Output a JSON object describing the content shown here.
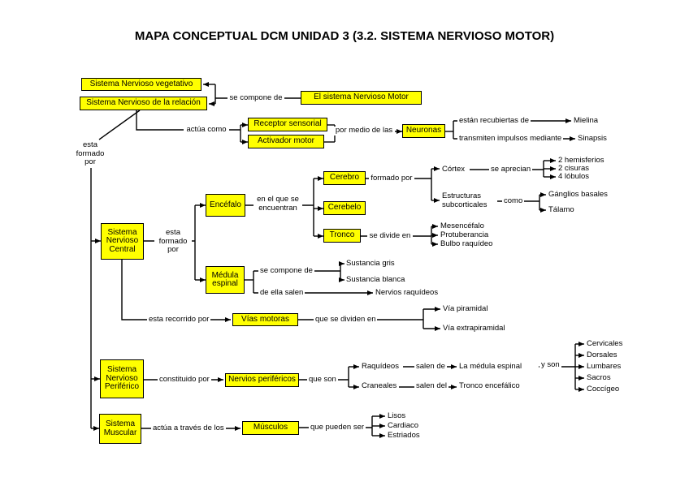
{
  "title": "MAPA CONCEPTUAL DCM UNIDAD 3 (3.2. SISTEMA NERVIOSO MOTOR)",
  "colors": {
    "node_fill": "#ffff00",
    "node_border": "#000000",
    "line": "#000000",
    "background": "#ffffff"
  },
  "nodes": {
    "sistema_nervioso_vegetativo": "Sistema Nervioso vegetativo",
    "sistema_nervioso_relacion": "Sistema Nervioso de la relación",
    "sistema_nervioso_motor": "El sistema Nervioso Motor",
    "receptor_sensorial": "Receptor sensorial",
    "activador_motor": "Activador motor",
    "neuronas": "Neuronas",
    "sistema_nervioso_central": "Sistema Nervioso Central",
    "encefalo": "Encéfalo",
    "cerebro": "Cerebro",
    "cerebelo": "Cerebelo",
    "tronco": "Tronco",
    "medula_espinal": "Médula espinal",
    "vias_motoras": "Vías motoras",
    "sistema_nervioso_periferico": "Sistema Nervioso Periférico",
    "nervios_perifericos": "Nervios periféricos",
    "sistema_muscular": "Sistema Muscular",
    "musculos": "Músculos"
  },
  "edge_labels": {
    "se_compone_de": "se compone de",
    "actua_como": "actúa como",
    "por_medio_de_las": "por medio de las",
    "estan_recubiertas_de": "están recubiertas de",
    "transmiten_impulsos_mediante": "transmiten impulsos mediante",
    "esta_formado_por_raiz": "esta formado por",
    "esta_formado_por_snc": "esta formado por",
    "en_el_que_se_encuentran": "en el que se encuentran",
    "formado_por": "formado por",
    "se_aprecian": "se aprecian",
    "como": "como",
    "se_divide_en": "se divide en",
    "se_compone_de_medula": "se compone de",
    "de_ella_salen": "de ella salen",
    "esta_recorrido_por": "esta recorrido por",
    "que_se_dividen_en": "que se dividen en",
    "constituido_por": "constituido por",
    "que_son": "que son",
    "salen_de": "salen de",
    "salen_del": "salen del",
    "y_son": "y son",
    "actua_a_traves_de_los": "actúa a través de los",
    "que_pueden_ser": "que pueden ser"
  },
  "terms": {
    "mielina": "Mielina",
    "sinapsis": "Sinapsis",
    "cortex": "Córtex",
    "hemisferios": "2 hemisferios",
    "cisuras": "2 cisuras",
    "lobulos": "4 lóbulos",
    "estructuras_subcorticales": "Estructuras subcorticales",
    "ganglios_basales": "Gánglios basales",
    "talamo": "Tálamo",
    "mesencefalo": "Mesencéfalo",
    "protuberancia": "Protuberancia",
    "bulbo_raquideo": "Bulbo raquídeo",
    "sustancia_gris": "Sustancia gris",
    "sustancia_blanca": "Sustancia blanca",
    "nervios_raquideos": "Nervios raquídeos",
    "via_piramidal": "Vía piramidal",
    "via_extrapiramidal": "Vía extrapiramidal",
    "raquideos": "Raquídeos",
    "la_medula_espinal": "La médula espinal",
    "craneales": "Craneales",
    "tronco_encefalico": "Tronco encefálico",
    "cervicales": "Cervicales",
    "dorsales": "Dorsales",
    "lumbares": "Lumbares",
    "sacros": "Sacros",
    "coccigeo": "Coccígeo",
    "lisos": "Lisos",
    "cardiaco": "Cardiaco",
    "estriados": "Estriados"
  }
}
